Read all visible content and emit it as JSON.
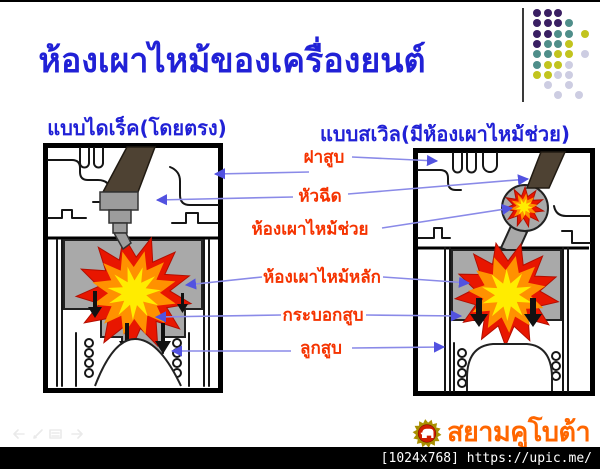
{
  "slide": {
    "title": "ห้องเผาไหม้ของเครื่องยนต์",
    "sections": {
      "left": "แบบไดเร็ค(โดยตรง)",
      "right": "แบบสเวิล(มีห้องเผาไหม้ช่วย)"
    }
  },
  "callouts": {
    "cylinder_head": "ฝาสูบ",
    "injector": "หัวฉีด",
    "aux_chamber": "ห้องเผาไหม้ช่วย",
    "main_chamber": "ห้องเผาไหม้หลัก",
    "cylinder_bore": "กระบอกสูบ",
    "piston": "ลูกสูบ"
  },
  "footer": {
    "brand": "สยามคูโบต้า",
    "status_bar": "[1024x768] https://upic.me/"
  },
  "colors": {
    "title_blue": "#2121d6",
    "label_red": "#f53300",
    "line_blue": "#8a8ae8",
    "brand_orange": "#ff6600",
    "explosion_red": "#e81600",
    "explosion_orange": "#ff9100",
    "explosion_yellow": "#ffec00",
    "piston_gray": "#a9a9a9",
    "injector_dark": "#4e4233"
  },
  "decor": {
    "dot_colors": {
      "p": "#3a1f63",
      "t": "#4f8e8a",
      "y": "#c2c41e",
      "l": "#cdcde2"
    },
    "pattern": [
      [
        [
          0,
          "p"
        ],
        [
          1,
          "p"
        ],
        [
          2,
          "p"
        ]
      ],
      [
        [
          0,
          "p"
        ],
        [
          1,
          "p"
        ],
        [
          2,
          "p"
        ],
        [
          3,
          "t"
        ]
      ],
      [
        [
          0,
          "p"
        ],
        [
          1,
          "p"
        ],
        [
          2,
          "t"
        ],
        [
          3,
          "t"
        ],
        [
          4.6,
          "y"
        ]
      ],
      [
        [
          0,
          "p"
        ],
        [
          1,
          "t"
        ],
        [
          2,
          "t"
        ],
        [
          3,
          "y"
        ]
      ],
      [
        [
          0,
          "t"
        ],
        [
          1,
          "t"
        ],
        [
          2,
          "y"
        ],
        [
          3,
          "y"
        ],
        [
          4.6,
          "l"
        ]
      ],
      [
        [
          0,
          "t"
        ],
        [
          1,
          "y"
        ],
        [
          2,
          "y"
        ],
        [
          3,
          "l"
        ]
      ],
      [
        [
          0,
          "y"
        ],
        [
          1,
          "y"
        ],
        [
          2,
          "l"
        ],
        [
          3,
          "l"
        ]
      ],
      [
        [
          1,
          "l"
        ],
        [
          3,
          "l"
        ]
      ],
      [
        [
          2,
          "l"
        ],
        [
          4,
          "l"
        ]
      ]
    ]
  }
}
